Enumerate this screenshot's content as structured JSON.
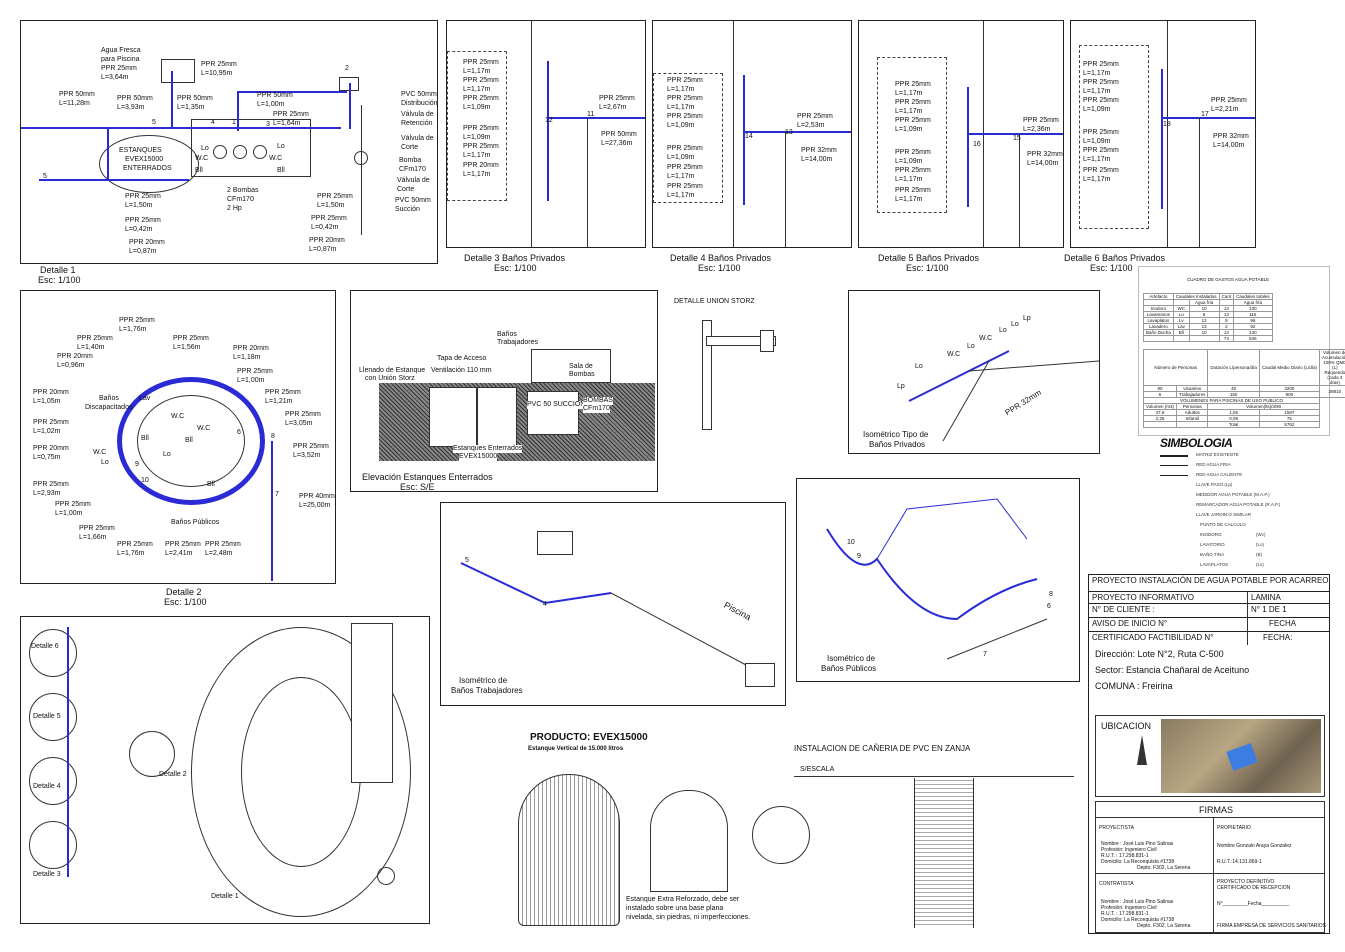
{
  "detalle1": {
    "caption": "Detalle 1",
    "scale": "Esc: 1/100",
    "agua_fresca": [
      "Agua Fresca",
      "para Piscina",
      "PPR 25mm",
      "L=3,64m"
    ],
    "labels": [
      {
        "text": "PPR 25mm",
        "sub": "L=10,95m"
      },
      {
        "text": "PPR 50mm",
        "sub": "L=11,28m"
      },
      {
        "text": "PPR 50mm",
        "sub": "L=3,93m"
      },
      {
        "text": "PPR 50mm",
        "sub": "L=1,35m"
      },
      {
        "text": "PPR 50mm",
        "sub": "L=1,00m"
      },
      {
        "text": "PPR 25mm",
        "sub": "L=1,64m"
      },
      {
        "text": "PPR 25mm",
        "sub": "L=1,50m"
      },
      {
        "text": "PPR 25mm",
        "sub": "L=0,42m"
      },
      {
        "text": "PPR 20mm",
        "sub": "L=0,87m"
      },
      {
        "text": "PPR 25mm",
        "sub": "L=1,50m"
      },
      {
        "text": "PPR 25mm",
        "sub": "L=0,42m"
      },
      {
        "text": "PPR 20mm",
        "sub": "L=0,87m"
      }
    ],
    "estanques": [
      "ESTANQUES",
      "EVEX15000",
      "ENTERRADOS"
    ],
    "bombas": [
      "2 Bombas",
      "CFm170",
      "2 Hp"
    ],
    "legend": [
      "PVC 50mm",
      "Distribución",
      "Válvula de",
      "Retención",
      "Válvula de",
      "Corte",
      "Bomba",
      "CFm170",
      "Válvula de",
      "Corte",
      "PVC 50mm",
      "Succión"
    ],
    "nodes": [
      "5",
      "4",
      "1",
      "3",
      "2",
      "5"
    ],
    "fixtures": [
      "Lo",
      "W.C",
      "Bll",
      "Lo",
      "W.C",
      "Bll"
    ]
  },
  "detalle3": {
    "caption": "Detalle 3 Baños Privados",
    "scale": "Esc: 1/100",
    "left": [
      "PPR 25mm",
      "L=1,17m",
      "PPR 25mm",
      "L=1,17m",
      "PPR 25mm",
      "L=1,09m",
      "PPR 25mm",
      "L=1,09m",
      "PPR 25mm",
      "L=1,17m",
      "PPR 20mm",
      "L=1,17m"
    ],
    "right": [
      "PPR 25mm",
      "L=2,67m",
      "PPR 50mm",
      "L=27,36m"
    ],
    "node": "11",
    "node2": "12"
  },
  "detalle4": {
    "caption": "Detalle 4 Baños Privados",
    "scale": "Esc: 1/100",
    "left": [
      "PPR 25mm",
      "L=1,17m",
      "PPR 25mm",
      "L=1,17m",
      "PPR 25mm",
      "L=1,09m",
      "PPR 25mm",
      "L=1,09m",
      "PPR 25mm",
      "L=1,17m",
      "PPR 25mm",
      "L=1,17m"
    ],
    "right": [
      "PPR 25mm",
      "L=2,53m",
      "PPR 32mm",
      "L=14,00m"
    ],
    "node": "13",
    "node2": "14"
  },
  "detalle5": {
    "caption": "Detalle 5 Baños Privados",
    "scale": "Esc: 1/100",
    "left": [
      "PPR 25mm",
      "L=1,17m",
      "PPR 25mm",
      "L=1,17m",
      "PPR 25mm",
      "L=1,09m",
      "PPR 25mm",
      "L=1,09m",
      "PPR 25mm",
      "L=1,17m",
      "PPR 25mm",
      "L=1,17m"
    ],
    "right": [
      "PPR 25mm",
      "L=2,36m",
      "PPR 32mm",
      "L=14,00m"
    ],
    "node": "15",
    "node2": "16"
  },
  "detalle6": {
    "caption": "Detalle 6 Baños Privados",
    "scale": "Esc: 1/100",
    "left": [
      "PPR 25mm",
      "L=1,17m",
      "PPR 25mm",
      "L=1,17m",
      "PPR 25mm",
      "L=1,09m",
      "PPR 25mm",
      "L=1,09m",
      "PPR 25mm",
      "L=1,17m",
      "PPR 25mm",
      "L=1,17m"
    ],
    "right": [
      "PPR 25mm",
      "L=2,21m",
      "PPR 32mm",
      "L=14,00m"
    ],
    "node": "17",
    "node2": "18"
  },
  "detalle2": {
    "caption": "Detalle 2",
    "scale": "Esc: 1/100",
    "banos_disc": [
      "Baños",
      "Discapacitados"
    ],
    "banos_pub": "Baños Públicos",
    "labels": [
      [
        "PPR 25mm",
        "L=1,76m"
      ],
      [
        "PPR 25mm",
        "L=1,40m"
      ],
      [
        "PPR 25mm",
        "L=1,56m"
      ],
      [
        "PPR 20mm",
        "L=1,18m"
      ],
      [
        "PPR 20mm",
        "L=0,96m"
      ],
      [
        "PPR 25mm",
        "L=1,00m"
      ],
      [
        "PPR 20mm",
        "L=1,05m"
      ],
      [
        "PPR 25mm",
        "L=1,21m"
      ],
      [
        "PPR 25mm",
        "L=1,02m"
      ],
      [
        "PPR 25mm",
        "L=3,05m"
      ],
      [
        "PPR 20mm",
        "L=0,75m"
      ],
      [
        "PPR 25mm",
        "L=3,52m"
      ],
      [
        "PPR 25mm",
        "L=2,93m"
      ],
      [
        "PPR 40mm",
        "L=25,00m"
      ],
      [
        "PPR 25mm",
        "L=1,00m"
      ],
      [
        "PPR 25mm",
        "L=1,66m"
      ],
      [
        "PPR 25mm",
        "L=1,76m"
      ],
      [
        "PPR 25mm",
        "L=2,41m"
      ],
      [
        "PPR 25mm",
        "L=2,48m"
      ]
    ],
    "nodes": [
      "6",
      "7",
      "8",
      "9",
      "10"
    ],
    "fixtures": [
      "Lav",
      "Bll",
      "W.C",
      "Lo",
      "Bll",
      "W.C",
      "Lo",
      "Bll",
      "W.C"
    ]
  },
  "elevacion": {
    "caption": "Elevación Estanques Enterrados",
    "scale": "Esc: S/E",
    "labels": [
      "Llenado de Estanque",
      "con Unión Storz",
      "Tapa de Acceso",
      "Ventilación 110 mm",
      "Baños",
      "Trabajadores",
      "Sala de",
      "Bombas",
      "PVC 50 SUCCION",
      "BOMBAS",
      "CFm170",
      "Estanques Enterrados",
      "EVEX15000"
    ]
  },
  "union_storz": {
    "title": "DETALLE UNION STORZ"
  },
  "iso_privados": {
    "caption": "Isométrico Tipo de",
    "caption2": "Baños Privados",
    "pipe": "PPR 32mm",
    "fixtures": [
      "Lp",
      "Lo",
      "W.C",
      "Lo",
      "Lp",
      "Lo",
      "W.C",
      "Lo"
    ]
  },
  "iso_trab": {
    "caption": "Isométrico de",
    "caption2": "Baños Trabajadores",
    "piscina": "Piscina",
    "nodes": [
      "5",
      "4"
    ]
  },
  "iso_pub": {
    "caption": "Isométrico de",
    "caption2": "Baños Públicos",
    "nodes": [
      "10",
      "9",
      "8",
      "7",
      "6"
    ]
  },
  "producto": {
    "title": "PRODUCTO: EVEX15000",
    "subtitle": "Estanque Vertical de 15.000 litros",
    "note": [
      "Estanque Extra Reforzado, debe ser",
      "instalado sobre una base plana",
      "nivelada, sin piedras, ni imperfecciones."
    ]
  },
  "zanja": {
    "title": "INSTALACION DE CAÑERIA DE PVC EN ZANJA",
    "scale": "S/ESCALA"
  },
  "planta": {
    "labels": [
      "Detalle 6",
      "Detalle 5",
      "Detalle 4",
      "Detalle 3",
      "Detalle 2",
      "Detalle 1"
    ]
  },
  "cuadro": {
    "title": "CUADRO DE GASTOS AGUA POTABLE",
    "head": [
      "Artefacto",
      "Caudales Instalados",
      "Agua fría",
      "Cant",
      "Caudales totales",
      "Agua fría"
    ],
    "rows": [
      [
        "Inodoro",
        "WC",
        "10",
        "13",
        "130"
      ],
      [
        "Lavamanos",
        "Lo",
        "8",
        "13",
        "116"
      ],
      [
        "Lavaplatos",
        "Lv",
        "12",
        "8",
        "96"
      ],
      [
        "Lavadero",
        "Lav",
        "13",
        "2",
        "92"
      ],
      [
        "Baño Ducha",
        "Bll",
        "10",
        "13",
        "130"
      ],
      [
        "",
        "",
        "",
        "74",
        "546"
      ]
    ],
    "pers_head": [
      "Número de Personas",
      "Dotación L/persona/día",
      "Caudal Medio Diario (L/día)",
      "Volumen de Acumulación 100% QMD (L) Requerido (cada 3 días)"
    ],
    "pers_rows": [
      [
        "80",
        "Usuarios",
        "40",
        "3200"
      ],
      [
        "6",
        "Trabajadores",
        "150",
        "900"
      ]
    ],
    "vol_title": "VOLUMENES PARA PISCINAS DE USO PUBLICO",
    "vol_head": [
      "Volumen (m3)",
      "Personas",
      "Volumen(lts)/3/90"
    ],
    "vol_rows": [
      [
        "47,6",
        "Adultos",
        "1,55",
        "1587"
      ],
      [
        "2,26",
        "Infantil",
        "0,08",
        "75"
      ],
      [
        "",
        "",
        "Total",
        "5762"
      ]
    ],
    "total_acc": "28810"
  },
  "simbologia": {
    "title": "SIMBOLOGIA",
    "items": [
      "MATRIZ EXISTENTE",
      "RED AGUA FRIA",
      "RED AGUA CALIENTE",
      "LLAVE PASO (Lp)",
      "MEDIDOR AGUA POTABLE (M.A.P.)",
      "REMARCADOR AGUA POTABLE (R.A.P.)",
      "LLAVE JARDIN O SIMILAR",
      "PUNTO DE CALCULO",
      "INODORO",
      "LAVATORIO",
      "BAÑO TINA",
      "LAVAPLATOS"
    ],
    "codes": [
      "(Wc)",
      "(Lo)",
      "(B)",
      "(Lv)"
    ]
  },
  "titleblock": {
    "project": "PROYECTO INSTALACIÓN DE AGUA POTABLE POR ACARREO",
    "informativo": "PROYECTO INFORMATIVO",
    "lamina": "LAMINA",
    "cliente": "N° DE CLIENTE :",
    "lamina_num": "N° 1 DE 1",
    "aviso": "AVISO DE INICIO N°",
    "fecha": "FECHA",
    "certificado": "CERTIFICADO FACTIBILIDAD N°",
    "fecha2": "FECHA:",
    "direccion": "Dirección: Lote N°2, Ruta C-500",
    "sector": "Sector: Estancia Chañaral de Aceituno",
    "comuna": "COMUNA : Freirina",
    "ubicacion": "UBICACION",
    "firmas": "FIRMAS",
    "proyectista": "PROYECTISTA",
    "propietario": "PROPIETARIO",
    "proy_lines": [
      "Nombre : José Luis Pino Salinas",
      "Profesión: Ingeniero Civil",
      "R.U.T. : 17.298.831-1",
      "Domicilio: La Reconquista #1738",
      "Depto. F302, La Serena"
    ],
    "prop_lines": [
      "Nombre Gonzalo Araya Gonzalez",
      "R.U.T.:14.131.869-1"
    ],
    "contratista": "CONTRATISTA",
    "cont_lines": [
      "Nombre : José Luis Pino Salinas",
      "Profesión: Ingeniero Civil",
      "R.U.T. : 17.298.831-1",
      "Domicilio: La Reconquista #1738",
      "Depto. F302, La Serena"
    ],
    "definitivo": [
      "PROYECTO DEFINITIVO",
      "CERTIFICADO DE RECEPCION",
      "N°_________Fecha__________"
    ],
    "firma_empresa": "FIRMA EMPRESA DE SERVICIOS SANITARIOS"
  }
}
